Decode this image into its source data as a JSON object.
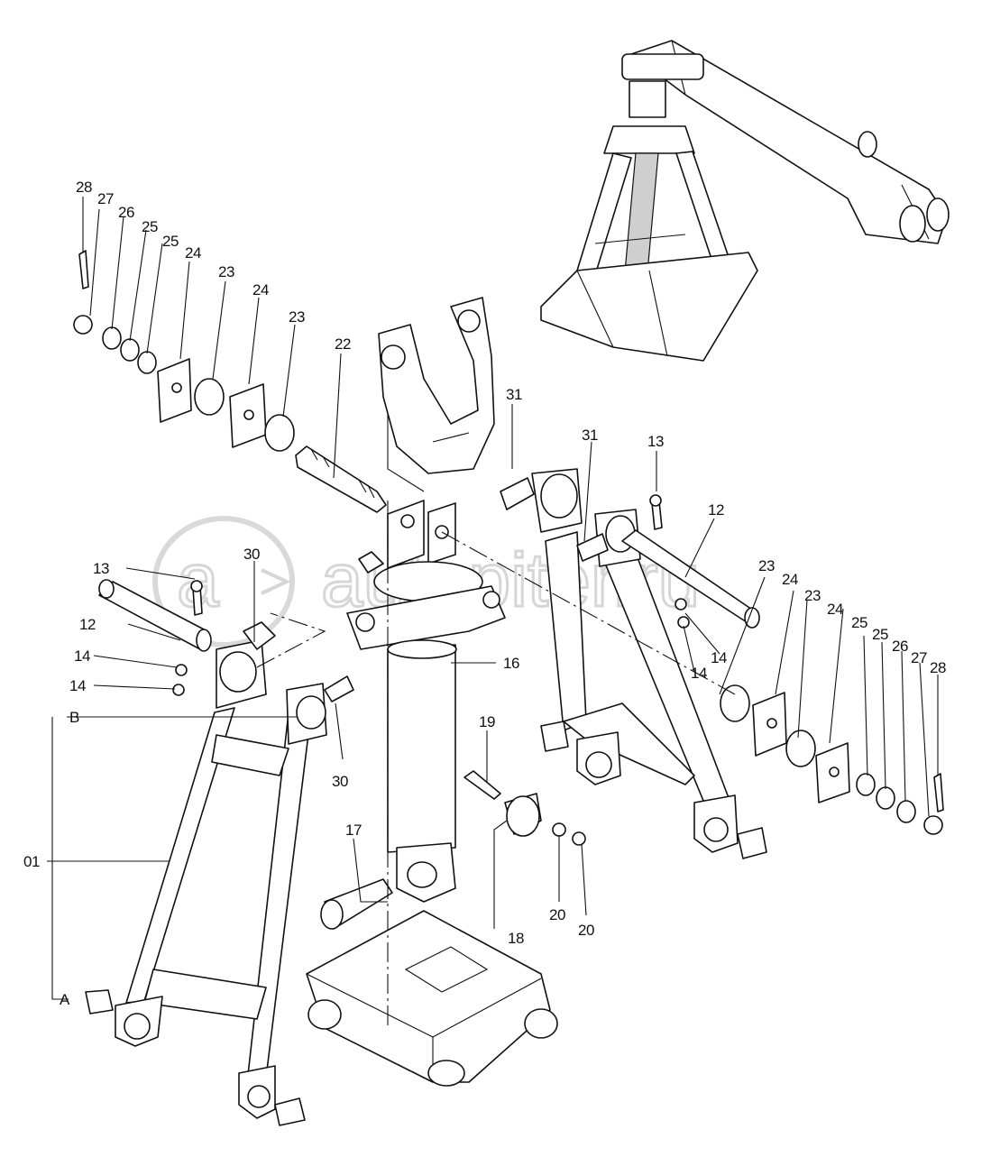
{
  "diagram": {
    "watermark": "autopiter.ru",
    "watermark_logo": "a",
    "callouts": [
      "28",
      "27",
      "26",
      "25",
      "25",
      "24",
      "23",
      "24",
      "23",
      "22",
      "31",
      "31",
      "13",
      "12",
      "13",
      "12",
      "30",
      "14",
      "14",
      "16",
      "23",
      "24",
      "23",
      "24",
      "25",
      "25",
      "26",
      "27",
      "28",
      "14",
      "14",
      "B",
      "30",
      "01",
      "19",
      "17",
      "18",
      "20",
      "20",
      "A"
    ]
  }
}
